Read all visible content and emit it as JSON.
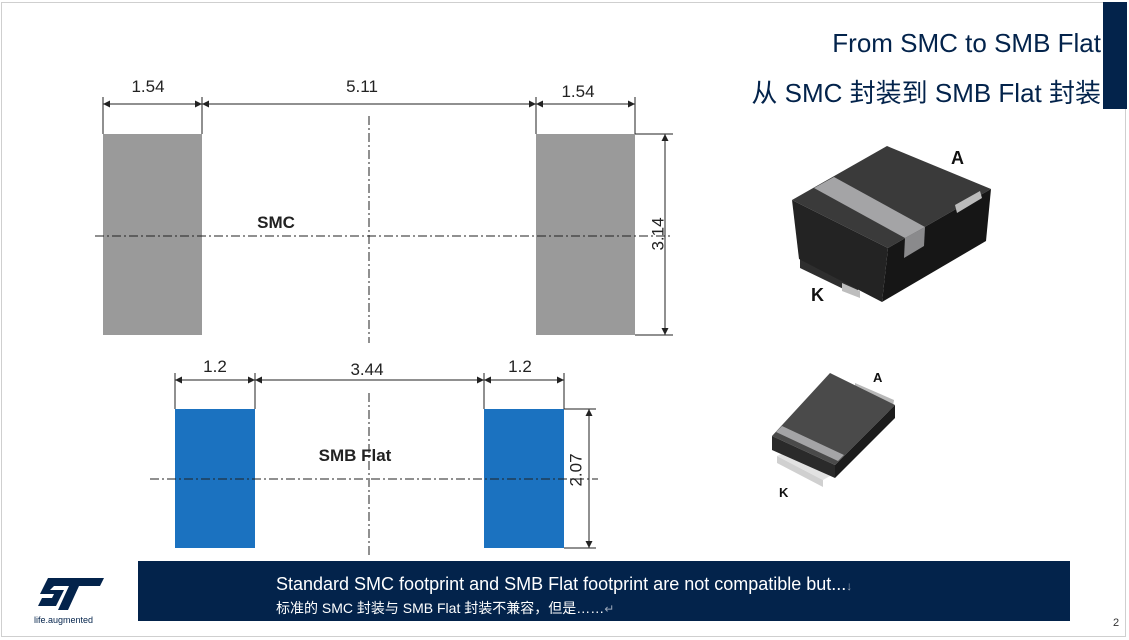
{
  "header": {
    "title": "From SMC to SMB Flat",
    "subtitle": "从 SMC 封装到 SMB Flat 封装"
  },
  "smc": {
    "label": "SMC",
    "pad_width": "1.54",
    "gap": "5.11",
    "pad_width_right": "1.54",
    "height": "3.14",
    "pad_color": "#9a9a9a"
  },
  "smb_flat": {
    "label": "SMB Flat",
    "pad_width": "1.2",
    "gap": "3.44",
    "pad_width_right": "1.2",
    "height": "2.07",
    "pad_color": "#1b72c0"
  },
  "package_images": {
    "smc_anode": "A",
    "smc_cathode": "K",
    "smb_anode": "A",
    "smb_cathode": "K"
  },
  "banner": {
    "line1": "Standard SMC footprint and SMB Flat footprint are not compatible but...",
    "line1_mark": "↓",
    "line2": "标准的 SMC 封装与 SMB Flat 封装不兼容，但是……",
    "line2_mark": "↵"
  },
  "footer": {
    "tagline": "life.augmented",
    "page_number": "2",
    "logo_icon": "st-logo-icon"
  },
  "colors": {
    "brand_navy": "#03234b",
    "band_gray": "#a4a4a6"
  }
}
